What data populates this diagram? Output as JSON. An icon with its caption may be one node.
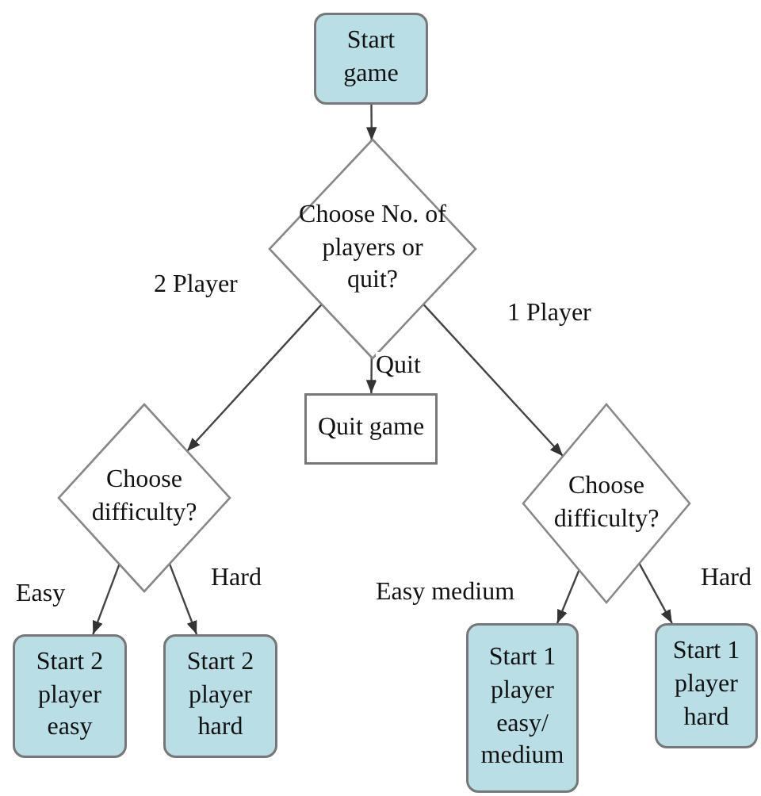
{
  "diagram": {
    "nodes": [
      {
        "text": [
          "Start game"
        ]
      },
      {
        "text": [
          "Choose No. of players or quit?"
        ]
      },
      {
        "text": [
          "Quit game"
        ]
      },
      {
        "text": [
          "Choose difficulty?"
        ]
      },
      {
        "text": [
          "Choose difficulty?"
        ]
      },
      {
        "text": [
          "Start 2 player easy"
        ]
      },
      {
        "text": [
          "Start 2 player hard"
        ]
      },
      {
        "text": [
          "Start 1 player easy/ medium"
        ]
      },
      {
        "text": [
          "Start 1 player hard"
        ]
      }
    ],
    "edges": [
      {
        "from": 0,
        "to": 1,
        "arrow": "to"
      },
      {
        "from": 1,
        "to": 3,
        "arrow": "to",
        "label": "2 Player"
      },
      {
        "from": 1,
        "to": 2,
        "arrow": "to",
        "label": "Quit"
      },
      {
        "from": 1,
        "to": 4,
        "arrow": "to",
        "label": "1 Player"
      },
      {
        "from": 3,
        "to": 5,
        "arrow": "to",
        "label": "Easy"
      },
      {
        "from": 3,
        "to": 6,
        "arrow": "to",
        "label": "Hard"
      },
      {
        "from": 4,
        "to": 7,
        "arrow": "to",
        "label": "Easy medium"
      },
      {
        "from": 4,
        "to": 8,
        "arrow": "to",
        "label": "Hard"
      }
    ]
  }
}
